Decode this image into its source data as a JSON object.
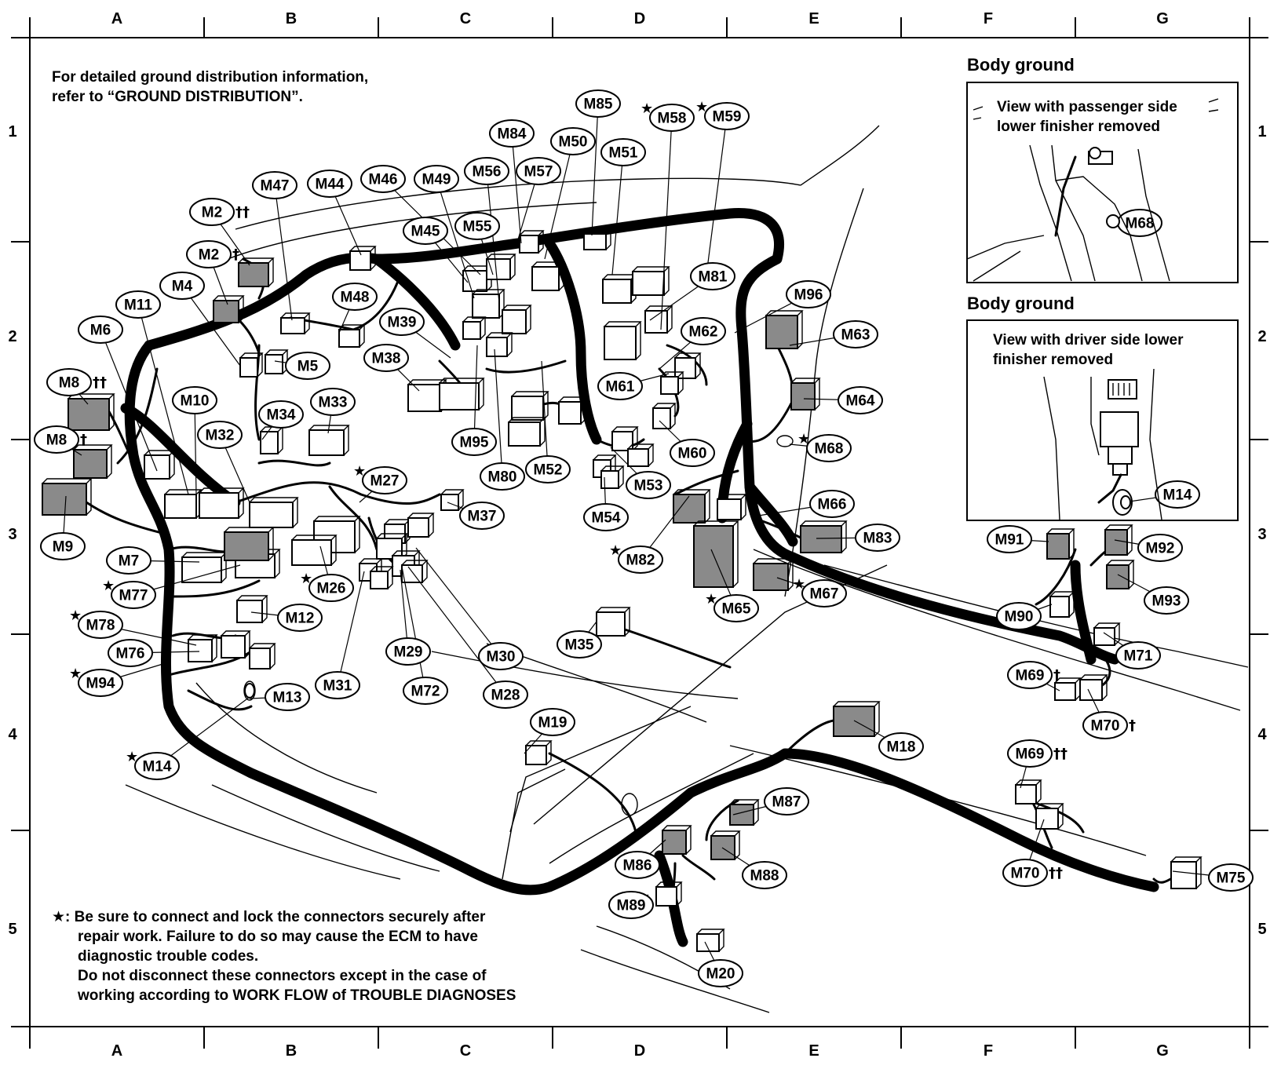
{
  "grid": {
    "columns": [
      "A",
      "B",
      "C",
      "D",
      "E",
      "F",
      "G"
    ],
    "rows": [
      "1",
      "2",
      "3",
      "4",
      "5"
    ]
  },
  "notes": {
    "top": [
      "For detailed ground distribution information,",
      "refer to “GROUND DISTRIBUTION”."
    ],
    "bottom_marker": "★:",
    "bottom": [
      "Be sure to connect and lock the connectors securely after",
      "repair work. Failure to do so may cause the ECM to have",
      "diagnostic trouble codes.",
      "Do not disconnect these connectors except in the case of",
      "working according to WORK FLOW of TROUBLE DIAGNOSES"
    ]
  },
  "insets": [
    {
      "title": "Body ground",
      "text": [
        "View with passenger side",
        "lower finisher removed"
      ],
      "connector": "M68"
    },
    {
      "title": "Body ground",
      "text": [
        "View with driver side lower",
        "finisher removed"
      ],
      "connector": "M14"
    }
  ],
  "marks": {
    "star": "★",
    "dagger": "†",
    "double_dagger": "††"
  },
  "connectors": [
    {
      "id": "M85"
    },
    {
      "id": "M58",
      "mark": "star"
    },
    {
      "id": "M59",
      "mark": "star"
    },
    {
      "id": "M84"
    },
    {
      "id": "M50"
    },
    {
      "id": "M51"
    },
    {
      "id": "M47"
    },
    {
      "id": "M44"
    },
    {
      "id": "M46"
    },
    {
      "id": "M49"
    },
    {
      "id": "M56"
    },
    {
      "id": "M57"
    },
    {
      "id": "M2",
      "mark": "double_dagger"
    },
    {
      "id": "M2",
      "mark": "dagger"
    },
    {
      "id": "M45"
    },
    {
      "id": "M55"
    },
    {
      "id": "M4"
    },
    {
      "id": "M11"
    },
    {
      "id": "M48"
    },
    {
      "id": "M81"
    },
    {
      "id": "M96"
    },
    {
      "id": "M6"
    },
    {
      "id": "M39"
    },
    {
      "id": "M62"
    },
    {
      "id": "M63"
    },
    {
      "id": "M5"
    },
    {
      "id": "M38"
    },
    {
      "id": "M8",
      "mark": "double_dagger"
    },
    {
      "id": "M61"
    },
    {
      "id": "M64"
    },
    {
      "id": "M10"
    },
    {
      "id": "M34"
    },
    {
      "id": "M33"
    },
    {
      "id": "M32"
    },
    {
      "id": "M8",
      "mark": "dagger"
    },
    {
      "id": "M95"
    },
    {
      "id": "M60"
    },
    {
      "id": "M68",
      "mark": "star"
    },
    {
      "id": "M80"
    },
    {
      "id": "M52"
    },
    {
      "id": "M27",
      "mark": "star"
    },
    {
      "id": "M53"
    },
    {
      "id": "M37"
    },
    {
      "id": "M54"
    },
    {
      "id": "M66"
    },
    {
      "id": "M9"
    },
    {
      "id": "M83"
    },
    {
      "id": "M82",
      "mark": "star"
    },
    {
      "id": "M7"
    },
    {
      "id": "M26",
      "mark": "star"
    },
    {
      "id": "M77",
      "mark": "star"
    },
    {
      "id": "M67",
      "mark": "star"
    },
    {
      "id": "M65",
      "mark": "star"
    },
    {
      "id": "M12"
    },
    {
      "id": "M78",
      "mark": "star"
    },
    {
      "id": "M35"
    },
    {
      "id": "M76"
    },
    {
      "id": "M29"
    },
    {
      "id": "M30"
    },
    {
      "id": "M31"
    },
    {
      "id": "M94",
      "mark": "star"
    },
    {
      "id": "M13"
    },
    {
      "id": "M72"
    },
    {
      "id": "M28"
    },
    {
      "id": "M19"
    },
    {
      "id": "M18"
    },
    {
      "id": "M14",
      "mark": "star"
    },
    {
      "id": "M87"
    },
    {
      "id": "M86"
    },
    {
      "id": "M88"
    },
    {
      "id": "M89"
    },
    {
      "id": "M20"
    },
    {
      "id": "M91"
    },
    {
      "id": "M92"
    },
    {
      "id": "M93"
    },
    {
      "id": "M90"
    },
    {
      "id": "M71"
    },
    {
      "id": "M69",
      "mark": "dagger"
    },
    {
      "id": "M70",
      "mark": "dagger"
    },
    {
      "id": "M69",
      "mark": "double_dagger"
    },
    {
      "id": "M70",
      "mark": "double_dagger"
    },
    {
      "id": "M75"
    },
    {
      "id": "M68"
    },
    {
      "id": "M14"
    }
  ]
}
